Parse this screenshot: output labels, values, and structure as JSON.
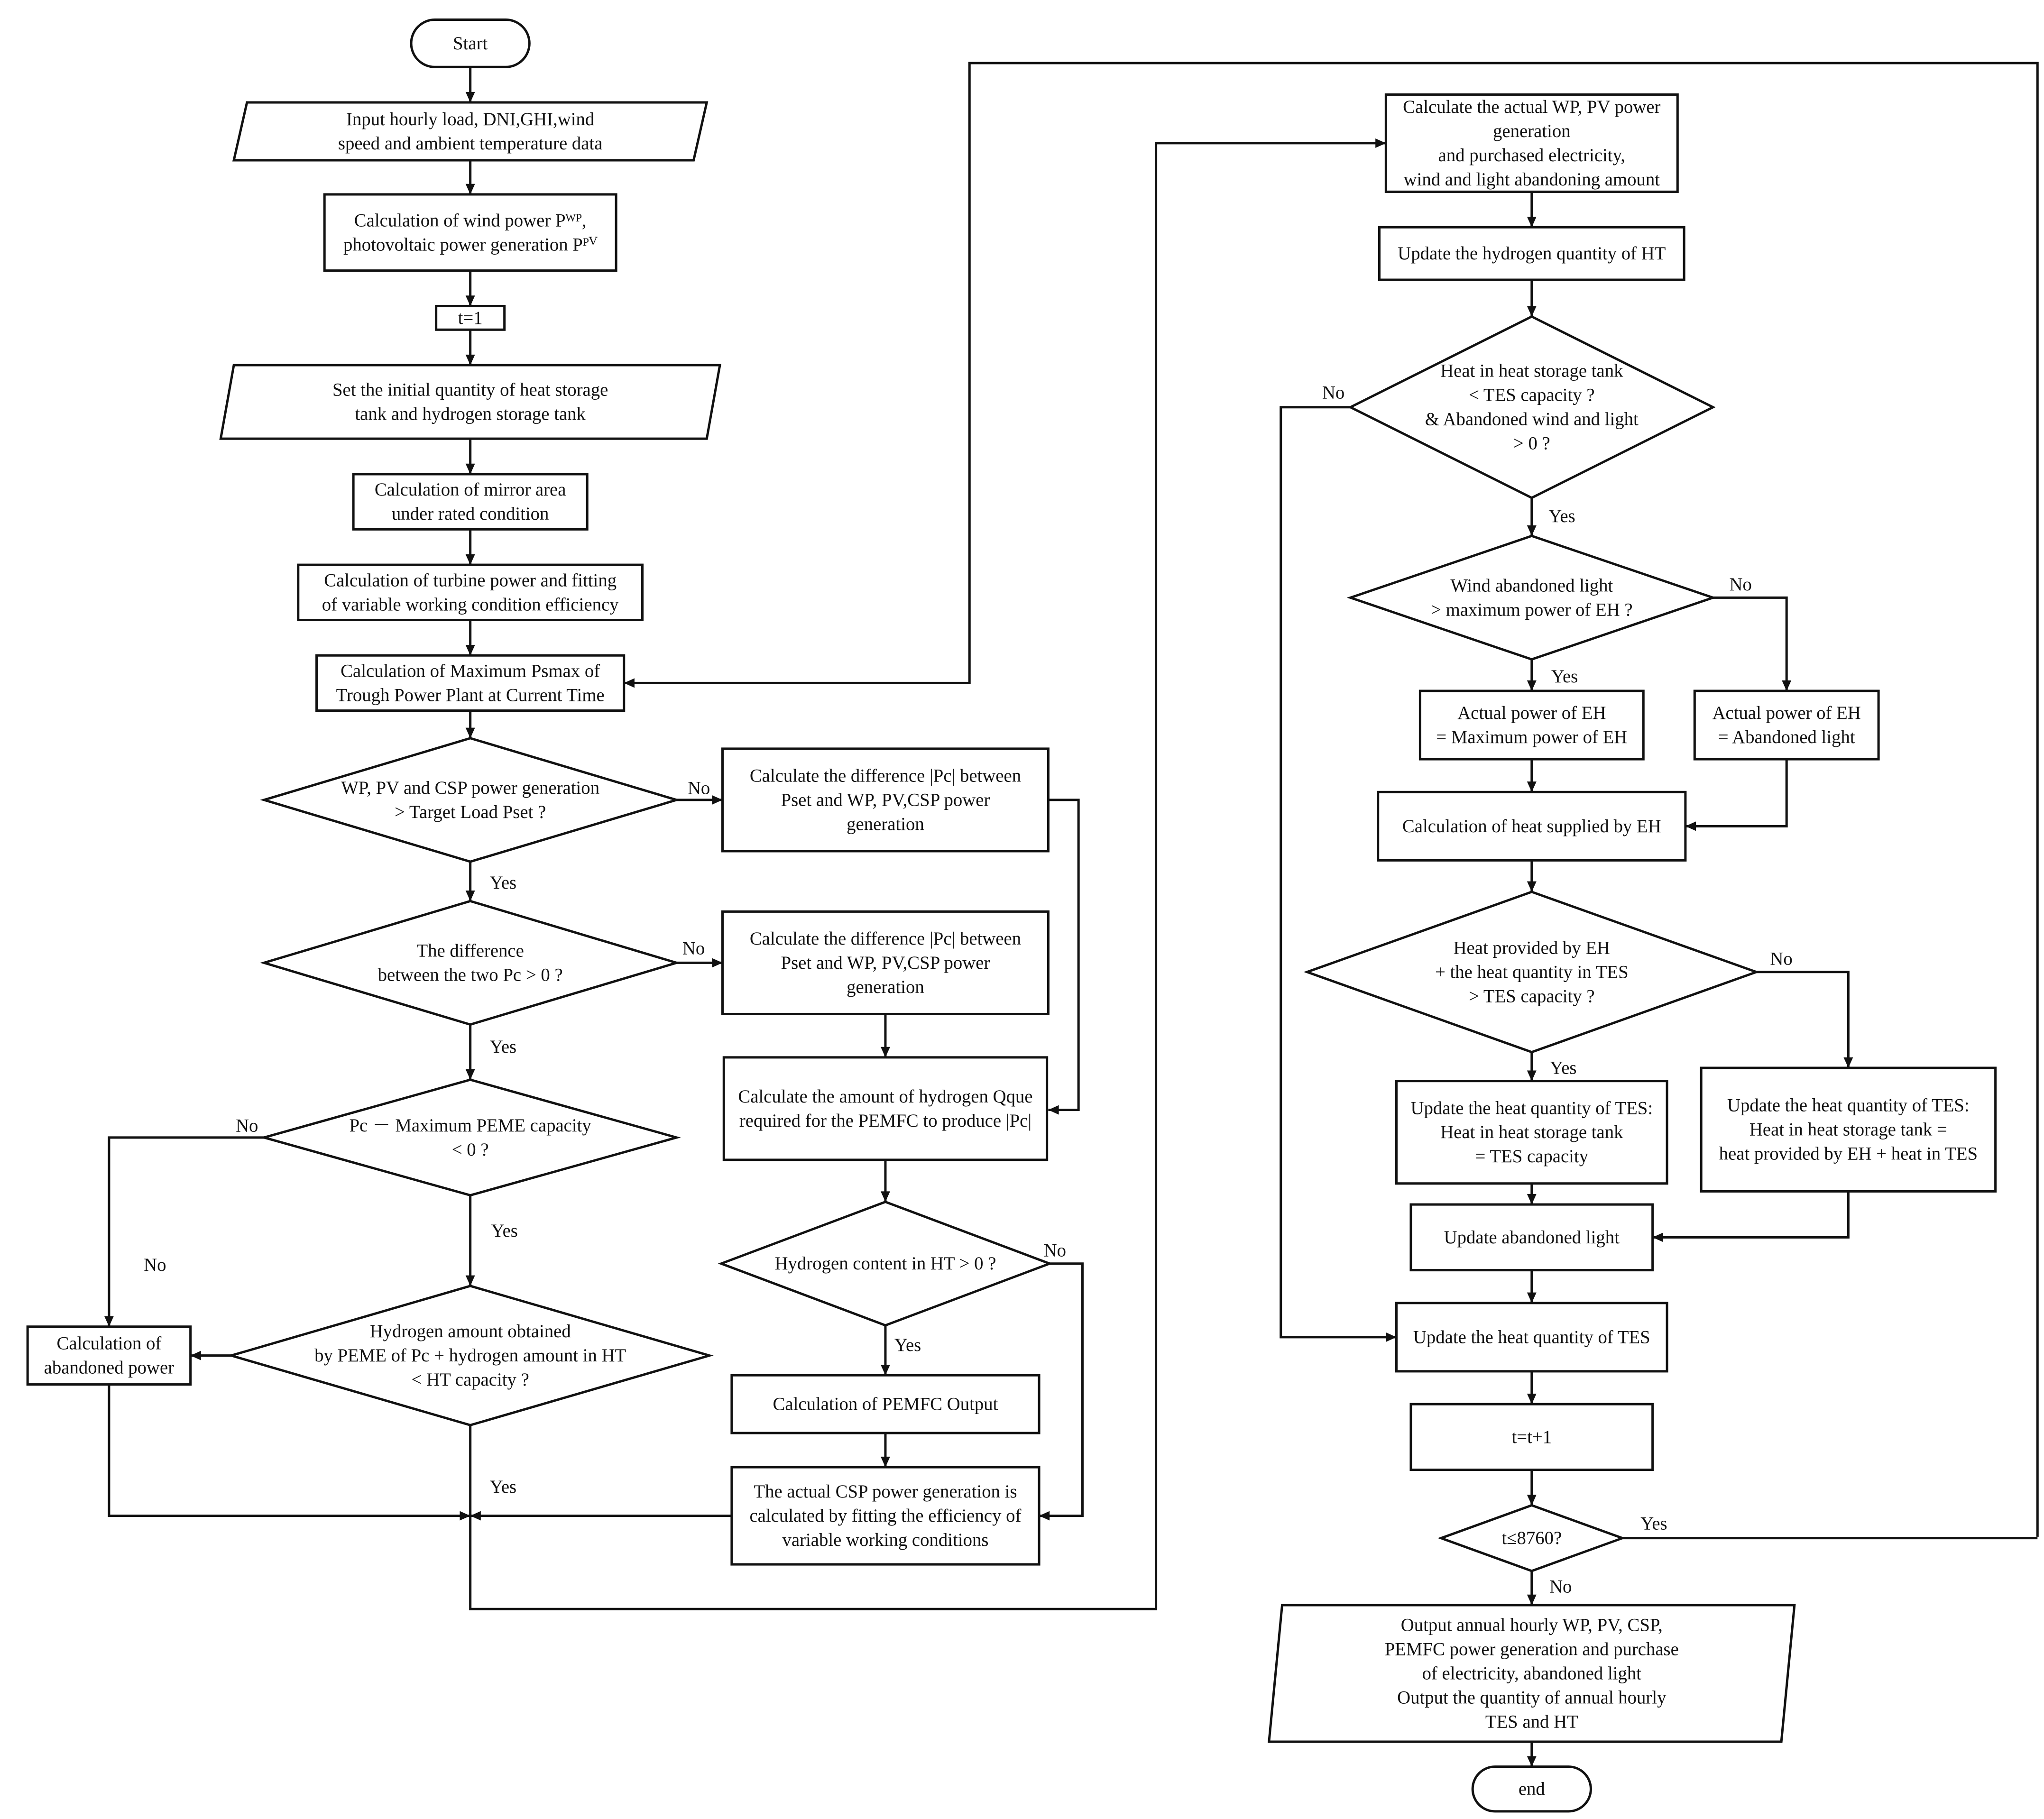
{
  "nodes": {
    "start": [
      "Start"
    ],
    "input_data": [
      "Input hourly load, DNI,GHI,wind",
      "speed and ambient temperature data"
    ],
    "calc_wind": [
      "Calculation of wind power Pᵂᴾ,",
      "photovoltaic power generation Pᴾⱽ"
    ],
    "t1": [
      "t=1"
    ],
    "set_initial": [
      "Set the initial quantity of heat storage",
      "tank and hydrogen storage tank"
    ],
    "mirror": [
      "Calculation of mirror area",
      "under rated condition"
    ],
    "turbine": [
      "Calculation of turbine power and fitting",
      "of variable working condition efficiency"
    ],
    "max_psmax": [
      "Calculation of Maximum Psmax of",
      "Trough Power Plant at Current Time"
    ],
    "d_target": [
      "WP, PV and CSP power generation",
      "> Target Load Pset ?"
    ],
    "diff_a": [
      "Calculate the difference |Pc| between",
      "Pset and WP, PV,CSP power",
      "generation"
    ],
    "d_diff": [
      "The difference",
      "between the two Pc > 0 ?"
    ],
    "diff_b": [
      "Calculate the difference |Pc| between",
      "Pset and WP, PV,CSP power",
      "generation"
    ],
    "d_peme": [
      "Pc － Maximum PEME capacity",
      "< 0 ?"
    ],
    "q_hydrogen": [
      "Calculate the amount of hydrogen Qque",
      "required for the PEMFC to produce |Pc|"
    ],
    "d_h_content": [
      "Hydrogen content in HT > 0 ?"
    ],
    "abandoned_power": [
      "Calculation of",
      "abandoned power"
    ],
    "d_ht_cap": [
      "Hydrogen amount obtained",
      "by PEME of Pc + hydrogen amount in HT",
      "< HT capacity ?"
    ],
    "pemfc_out": [
      "Calculation of PEMFC Output"
    ],
    "actual_csp": [
      "The actual CSP power generation is",
      "calculated by fitting the efficiency of",
      "variable working conditions"
    ],
    "actual_wp": [
      "Calculate the actual WP, PV power",
      "generation",
      "and purchased electricity,",
      "wind and light abandoning amount"
    ],
    "update_h": [
      "Update the hydrogen quantity of HT"
    ],
    "d_heat_tank": [
      "Heat in heat storage tank",
      "< TES capacity ?",
      "& Abandoned wind and light",
      "> 0 ?"
    ],
    "d_wind_light": [
      "Wind abandoned light",
      "> maximum power of EH ?"
    ],
    "eh_max": [
      "Actual power of EH",
      "= Maximum power of EH"
    ],
    "eh_aband": [
      "Actual power of EH",
      "= Abandoned light"
    ],
    "heat_eh": [
      "Calculation of heat supplied by EH"
    ],
    "d_heat_eh": [
      "Heat provided by EH",
      "+ the heat quantity in TES",
      "> TES capacity ?"
    ],
    "tes_cap": [
      "Update the heat quantity of TES:",
      "Heat in heat storage tank",
      "= TES capacity"
    ],
    "tes_sum": [
      "Update the heat quantity of TES:",
      "Heat in heat storage tank =",
      "heat provided by EH + heat in TES"
    ],
    "upd_aband": [
      "Update abandoned light"
    ],
    "upd_tes": [
      "Update the heat quantity of TES"
    ],
    "t_inc": [
      "t=t+1"
    ],
    "d_t": [
      "t≤8760?"
    ],
    "output": [
      "Output annual hourly WP, PV, CSP,",
      "PEMFC power generation and purchase",
      "of electricity, abandoned light",
      "Output the quantity of annual hourly",
      "TES and HT"
    ],
    "end": [
      "end"
    ]
  },
  "edge_labels": {
    "target_no": "No",
    "target_yes": "Yes",
    "diff_no": "No",
    "diff_yes": "Yes",
    "peme_no": "No",
    "peme_yes": "Yes",
    "left_no": "No",
    "htcap_yes": "Yes",
    "hcontent_no": "No",
    "hcontent_yes": "Yes",
    "heattank_no": "No",
    "heattank_yes": "Yes",
    "windlight_no": "No",
    "windlight_yes": "Yes",
    "heateh_no": "No",
    "heateh_yes": "Yes",
    "t_yes": "Yes",
    "t_no": "No"
  }
}
